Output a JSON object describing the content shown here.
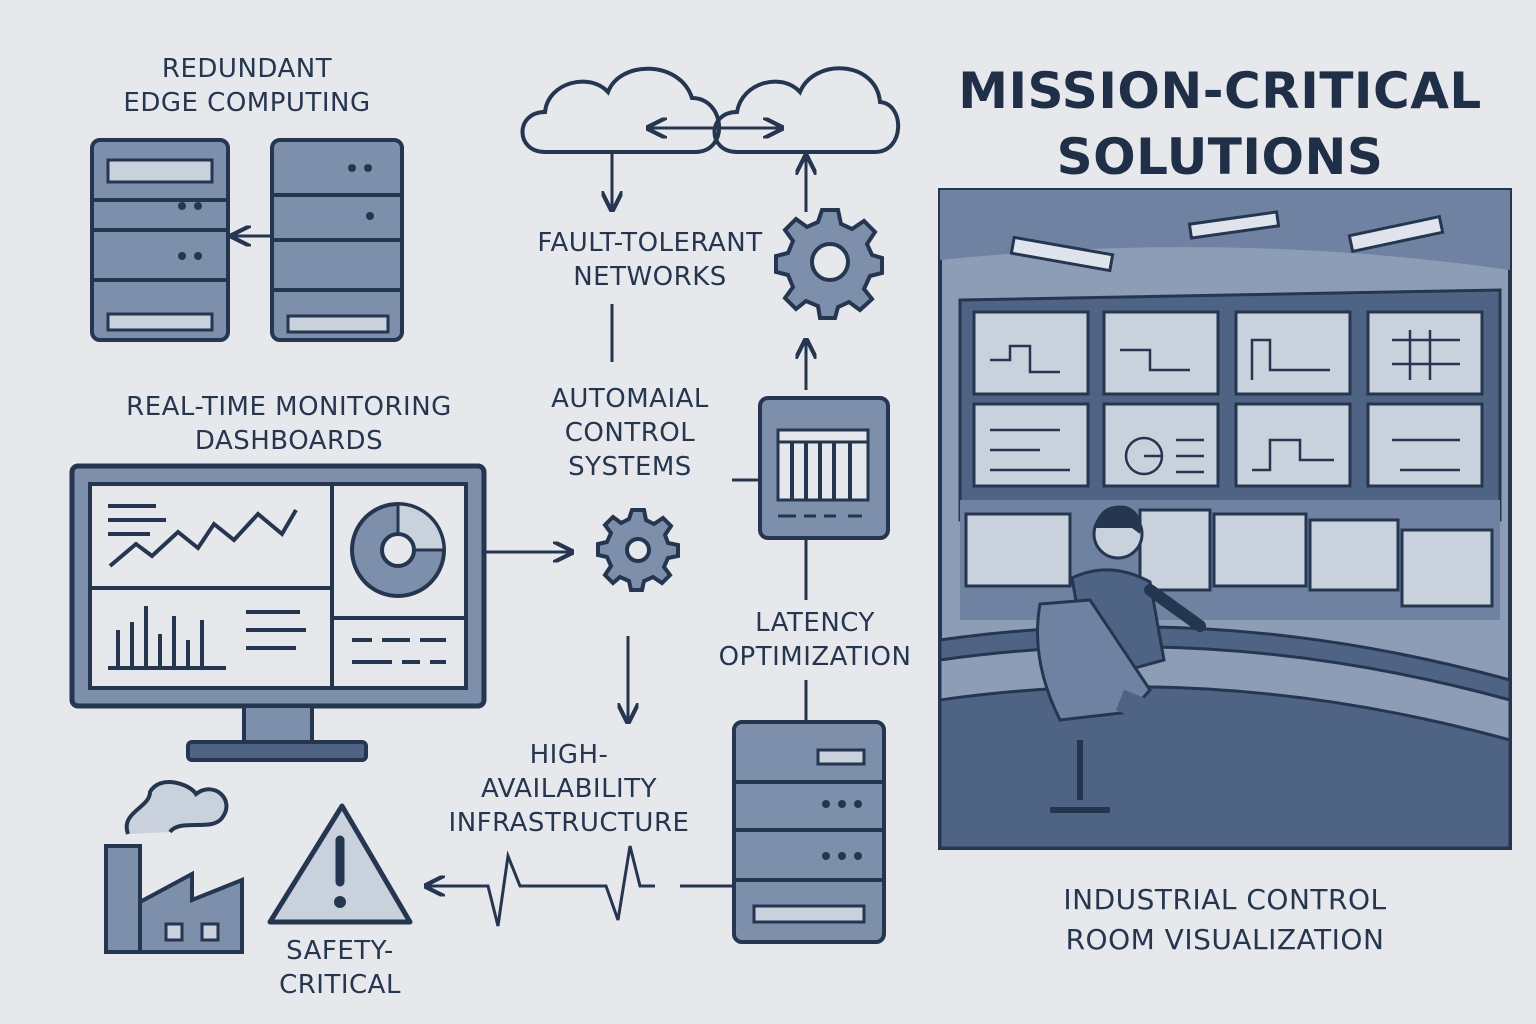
{
  "title": {
    "line1": "MISSION-CRITICAL",
    "line2": "SOLUTIONS"
  },
  "labels": {
    "edge_computing": {
      "line1": "REDUNDANT",
      "line2": "EDGE COMPUTING"
    },
    "fault_tolerant": {
      "line1": "FAULT-TOLERANT",
      "line2": "NETWORKS"
    },
    "monitoring": {
      "line1": "REAL-TIME MONITORING",
      "line2": "DASHBOARDS"
    },
    "control_systems": {
      "line1": "AUTOMAIAL",
      "line2": "CONTROL",
      "line3": "SYSTEMS"
    },
    "latency": {
      "line1": "LATENCY",
      "line2": "OPTIMIZATION"
    },
    "high_availability": {
      "line1": "HIGH-",
      "line2": "AVAILABILITY",
      "line3": "INFRASTRUCTURE"
    },
    "safety": {
      "line1": "SAFETY-",
      "line2": "CRITICAL"
    },
    "control_room": {
      "line1": "INDUSTRIAL CONTROL",
      "line2": "ROOM VISUALIZATION"
    }
  },
  "colors": {
    "background": "#e6e8ec",
    "ink": "#243650",
    "fill_mid": "#7d8fab",
    "fill_light": "#c9d1dd",
    "fill_dark": "#4f6384"
  },
  "icons": [
    "server-icon",
    "cloud-icon",
    "gear-icon",
    "monitor-icon",
    "pie-chart-icon",
    "bar-chart-icon",
    "control-panel-icon",
    "factory-icon",
    "warning-icon",
    "heartbeat-icon",
    "operator-icon"
  ]
}
